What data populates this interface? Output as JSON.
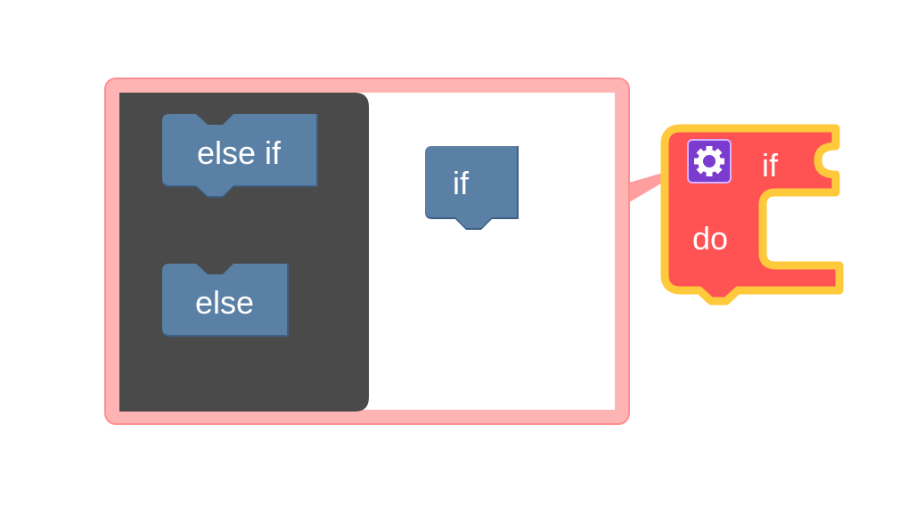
{
  "mutator": {
    "flyout_blocks": [
      {
        "label": "else if"
      },
      {
        "label": "else"
      }
    ],
    "workspace_block": {
      "label": "if"
    }
  },
  "main_block": {
    "if_label": "if",
    "do_label": "do",
    "mutator_icon": "gear-icon"
  },
  "colors": {
    "bubble_border": "#ff9e9e",
    "flyout_bg": "#4a4a4a",
    "mutator_block": "#5b80a5",
    "main_block_fill": "#ff5252",
    "main_block_outline": "#ffc93c",
    "gear_bg": "#7b3bcf"
  }
}
